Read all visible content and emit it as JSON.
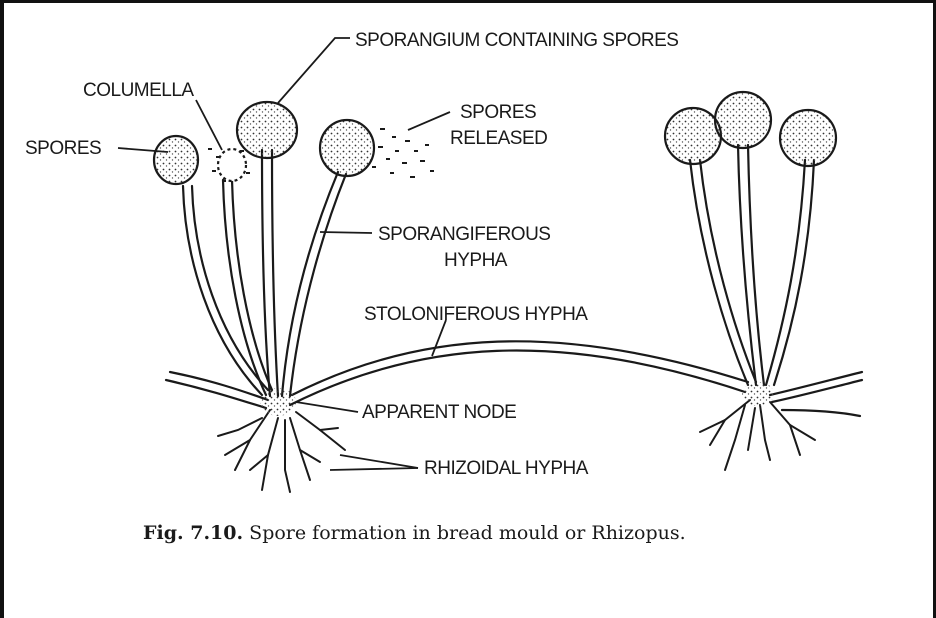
{
  "labels": {
    "sporangium_containing_spores": "SPORANGIUM CONTAINING SPORES",
    "columella": "COLUMELLA",
    "spores": "SPORES",
    "spores_released_line1": "SPORES",
    "spores_released_line2": "RELEASED",
    "sporangiferous_line1": "SPORANGIFEROUS",
    "sporangiferous_line2": "HYPHA",
    "stoloniferous_hypha": "STOLONIFEROUS HYPHA",
    "apparent_node": "APPARENT NODE",
    "rhizoidal_hypha": "RHIZOIDAL HYPHA"
  },
  "caption": {
    "figure_number": "Fig. 7.10.",
    "text": "Spore formation in bread mould or Rhizopus."
  }
}
